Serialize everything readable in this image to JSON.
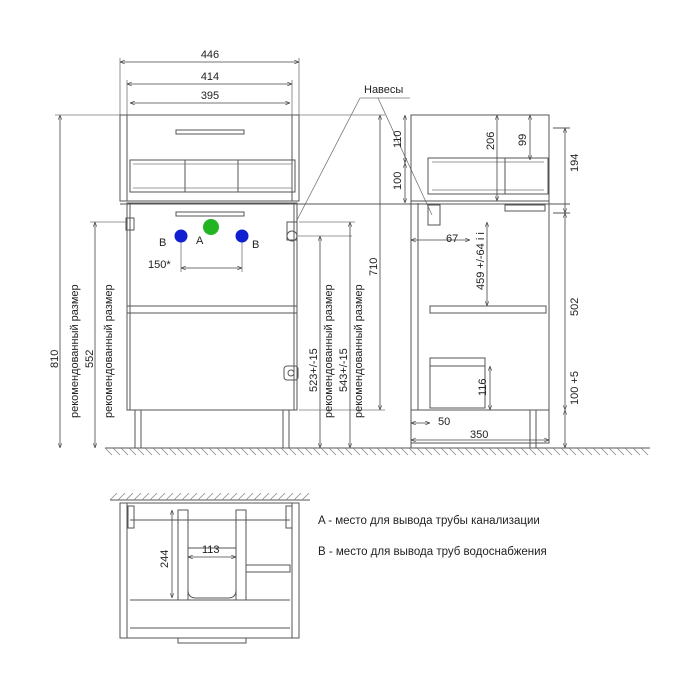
{
  "colors": {
    "point_a": "#22b422",
    "point_b": "#1020d0",
    "line": "#555555"
  },
  "front": {
    "width_446": "446",
    "width_414": "414",
    "width_395": "395",
    "hinges_label": "Навесы",
    "point_a": "A",
    "point_b_left": "B",
    "point_b_right": "B",
    "dim_150": "150*",
    "dim_810": "810",
    "dim_552": "552",
    "rec_size_1": "рекомендованный размер",
    "rec_size_2": "рекомендованный размер",
    "dim_523": "523+/-15",
    "dim_543": "543+/-15",
    "rec_size_3": "рекомендованный размер",
    "rec_size_4": "рекомендованный размер",
    "dim_710": "710"
  },
  "side": {
    "dim_110": "110",
    "dim_100": "100",
    "dim_206": "206",
    "dim_99": "99",
    "dim_194": "194",
    "dim_67": "67",
    "dim_459": "459 +/-64 i i",
    "dim_502": "502",
    "dim_116": "116",
    "dim_100_5": "100 +5",
    "dim_50": "50",
    "dim_350": "350"
  },
  "top": {
    "dim_244": "244",
    "dim_113": "113"
  },
  "legend": {
    "a_text": "A - место для вывода трубы канализации",
    "b_text": "B - место для вывода труб водоснабжения"
  }
}
